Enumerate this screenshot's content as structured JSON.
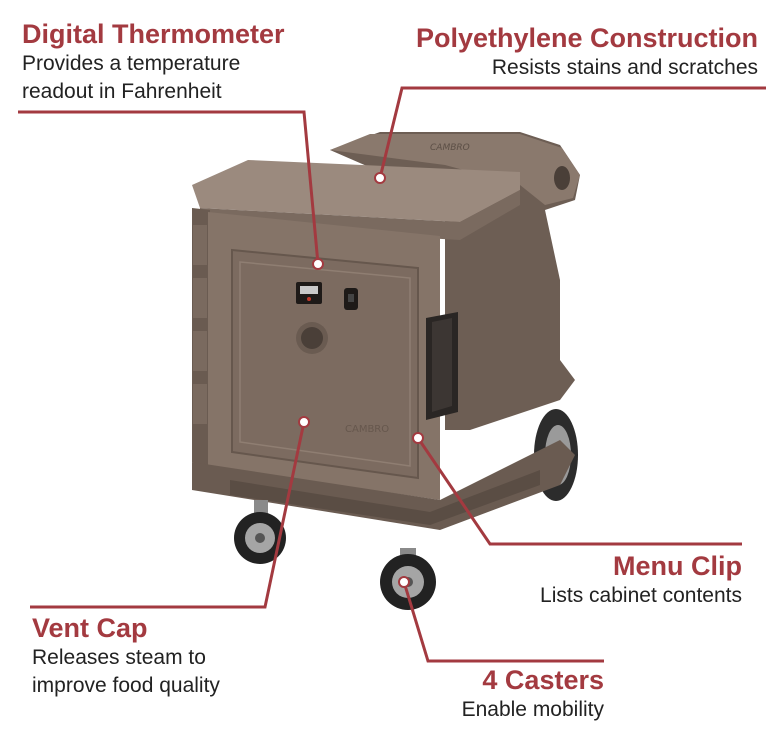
{
  "colors": {
    "accent": "#a33a40",
    "text": "#222222",
    "cabinet": "#7f6e62",
    "cabinet_dark": "#5f5248",
    "cabinet_light": "#948377"
  },
  "callouts": {
    "thermometer": {
      "title": "Digital Thermometer",
      "lines": [
        "Provides a temperature",
        "readout in Fahrenheit"
      ]
    },
    "construction": {
      "title": "Polyethylene Construction",
      "lines": [
        "Resists stains and scratches"
      ]
    },
    "menu_clip": {
      "title": "Menu Clip",
      "lines": [
        "Lists cabinet contents"
      ]
    },
    "vent_cap": {
      "title": "Vent Cap",
      "lines": [
        "Releases steam to",
        "improve food quality"
      ]
    },
    "casters": {
      "title": "4 Casters",
      "lines": [
        "Enable mobility"
      ]
    }
  },
  "product": {
    "brand_mark": "CAMBRO",
    "icons": [
      "thermometer-display-icon",
      "door-latch-icon",
      "vent-cap-icon",
      "caster-wheel-icon"
    ]
  }
}
